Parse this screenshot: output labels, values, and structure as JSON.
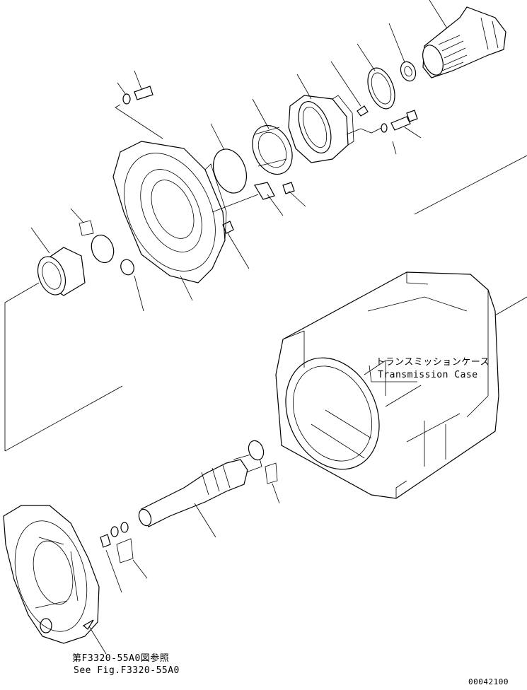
{
  "labels": {
    "case_jp": "トランスミッションケース",
    "case_en": "Transmission Case",
    "ref_jp": "第F3320-55A0図参照",
    "ref_en": "See Fig.F3320-55A0",
    "code": "00042100"
  },
  "colors": {
    "line": "#000000",
    "background": "#ffffff"
  }
}
